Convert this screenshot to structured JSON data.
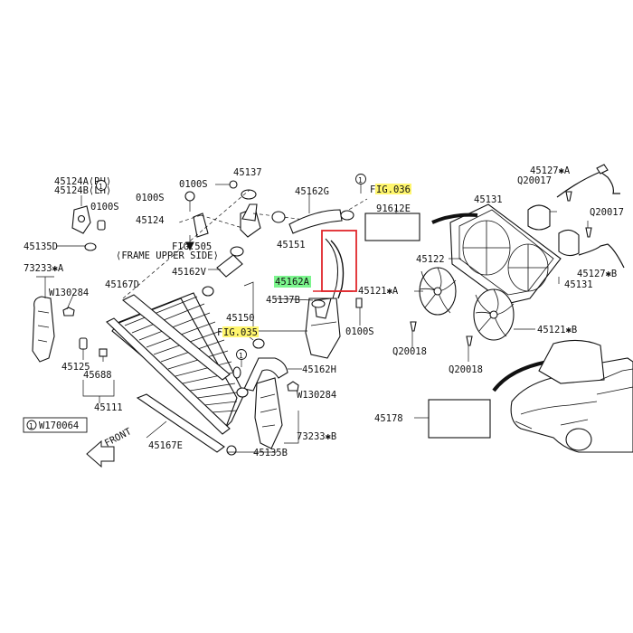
{
  "labels": {
    "p45124a": "45124A⟨RH⟩",
    "p45124b": "45124B⟨LH⟩",
    "p0100s_a": "0100S",
    "p0100s_b": "0100S",
    "p0100s_c": "0100S",
    "p0100s_d": "0100S",
    "p45137": "45137",
    "p45162g": "45162G",
    "p91612e": "91612E",
    "p45124": "45124",
    "p45135d": "45135D",
    "fig505": "FIG.505",
    "frame_upper": "⟨FRAME UPPER SIDE⟩",
    "p45151": "45151",
    "p73233a": "73233✱A",
    "p45162v": "45162V",
    "p45162a": "45162A",
    "p45167d": "45167D",
    "w130284_a": "W130284",
    "w130284_b": "W130284",
    "p45137b": "45137B",
    "p45150": "45150",
    "p45125": "45125",
    "p45688": "45688",
    "p45111": "45111",
    "p45162h": "45162H",
    "p73233b": "73233✱B",
    "w170064": "W170064",
    "circle_1": "1",
    "front": "FRONT",
    "p45167e": "45167E",
    "p45135b": "45135B",
    "p45127a": "45127✱A",
    "q20017_a": "Q20017",
    "q20017_b": "Q20017",
    "p45131_a": "45131",
    "p45131_b": "45131",
    "p45122": "45122",
    "p45121a": "45121✱A",
    "p45121b": "45121✱B",
    "p45127b": "45127✱B",
    "q20018_a": "Q20018",
    "q20018_b": "Q20018",
    "p45178": "45178",
    "fig036_prefix": "F",
    "fig036_hl": "IG.036",
    "fig035_prefix": "F",
    "fig035_hl": "IG.035"
  },
  "colors": {
    "highlight_yellow": "#fff66e",
    "highlight_green": "#7cf58d",
    "callout_red": "#e0262b",
    "line": "#111111"
  }
}
